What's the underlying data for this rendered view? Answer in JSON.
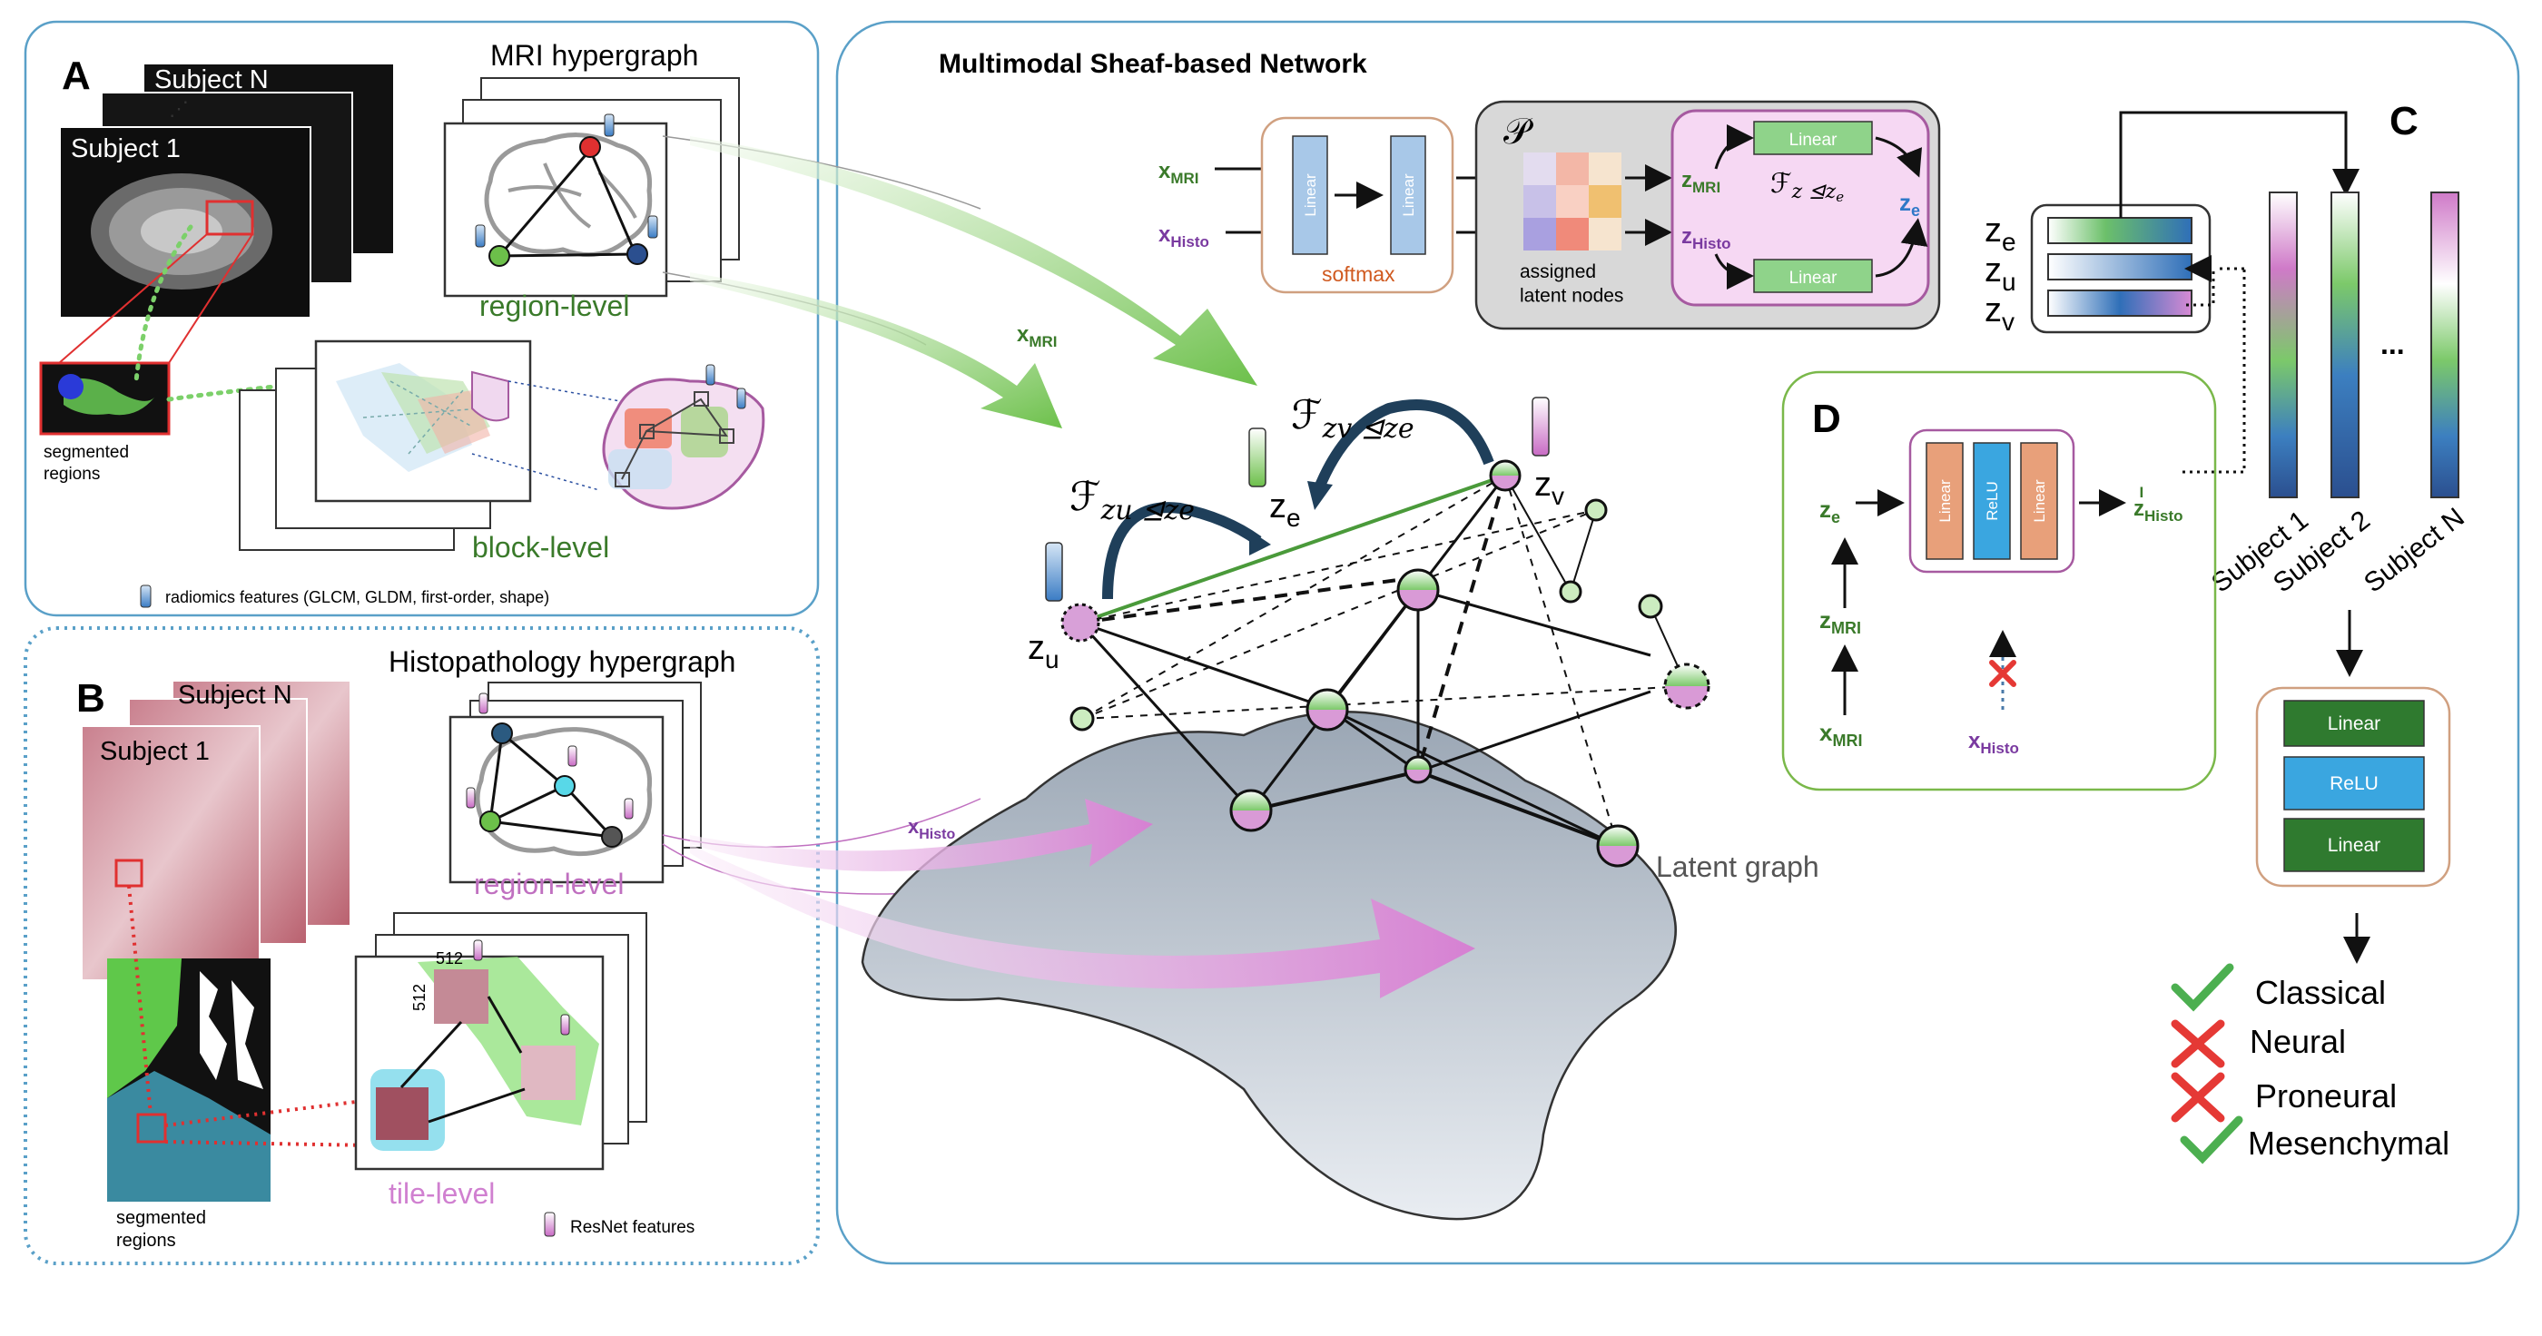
{
  "panels": {
    "a": {
      "letter": "A",
      "subject_n": "Subject N",
      "subject_1": "Subject 1",
      "segmented_regions": "segmented\nregions",
      "mri_hypergraph": "MRI hypergraph",
      "region_level": "region-level",
      "block_level": "block-level",
      "radiomics_legend": "radiomics features (GLCM, GLDM, first-order, shape)"
    },
    "b": {
      "letter": "B",
      "subject_n": "Subject N",
      "subject_1": "Subject 1",
      "segmented_regions": "segmented\nregions",
      "histo_hypergraph": "Histopathology hypergraph",
      "region_level": "region-level",
      "tile_level": "tile-level",
      "tile_size": "512",
      "resnet_legend": "ResNet features"
    },
    "main": {
      "title": "Multimodal Sheaf-based Network",
      "x_mri": "x",
      "x_mri_sub": "MRI",
      "x_histo": "x",
      "x_histo_sub": "Histo",
      "linear": "Linear",
      "softmax": "softmax",
      "p_symbol": "𝒫",
      "assigned": "assigned\nlatent nodes",
      "z_mri": "z",
      "z_mri_sub": "MRI",
      "z_histo": "z",
      "z_histo_sub": "Histo",
      "z_e": "z",
      "z_e_sub": "e",
      "f_inner": "ℱ",
      "f_inner_sub": "z ⊴z",
      "f_inner_subsub": "e",
      "f_zu": "ℱ",
      "f_zu_sub": "zu ⊴ze",
      "f_zv": "ℱ",
      "f_zv_sub": "zv ⊴ze",
      "node_ze": "z",
      "node_ze_sub": "e",
      "node_zu": "z",
      "node_zu_sub": "u",
      "node_zv": "z",
      "node_zv_sub": "v",
      "latent_graph": "Latent graph"
    },
    "c": {
      "letter": "C",
      "z_e": "z",
      "z_e_sub": "e",
      "z_u": "z",
      "z_u_sub": "u",
      "z_v": "z",
      "z_v_sub": "v",
      "subjects": [
        "Subject 1",
        "Subject 2",
        "Subject N"
      ],
      "ellipsis": "...",
      "classifier": [
        "Linear",
        "ReLU",
        "Linear"
      ],
      "outcomes": [
        {
          "label": "Classical",
          "mark": "check"
        },
        {
          "label": "Neural",
          "mark": "cross"
        },
        {
          "label": "Proneural",
          "mark": "cross"
        },
        {
          "label": "Mesenchymal",
          "mark": "check"
        }
      ]
    },
    "d": {
      "letter": "D",
      "z_e": "z",
      "z_e_sub": "e",
      "z_mri": "z",
      "z_mri_sub": "MRI",
      "x_mri": "x",
      "x_mri_sub": "MRI",
      "x_histo": "x",
      "x_histo_sub": "Histo",
      "z_histo_hat": "z",
      "z_histo_hat_sub": "Histo",
      "z_histo_hat_sup": "I",
      "layers": [
        "Linear",
        "ReLU",
        "Linear"
      ]
    }
  },
  "colors": {
    "panel_border": "#5aa0c8",
    "mri_green": "#3a7a2a",
    "histo_purple": "#7a3aa0",
    "linear_green": "#8fd38a",
    "relu_blue": "#3aa6e0",
    "linear_orange": "#e8a07a",
    "check_green": "#4caf50",
    "cross_red": "#e53935"
  }
}
